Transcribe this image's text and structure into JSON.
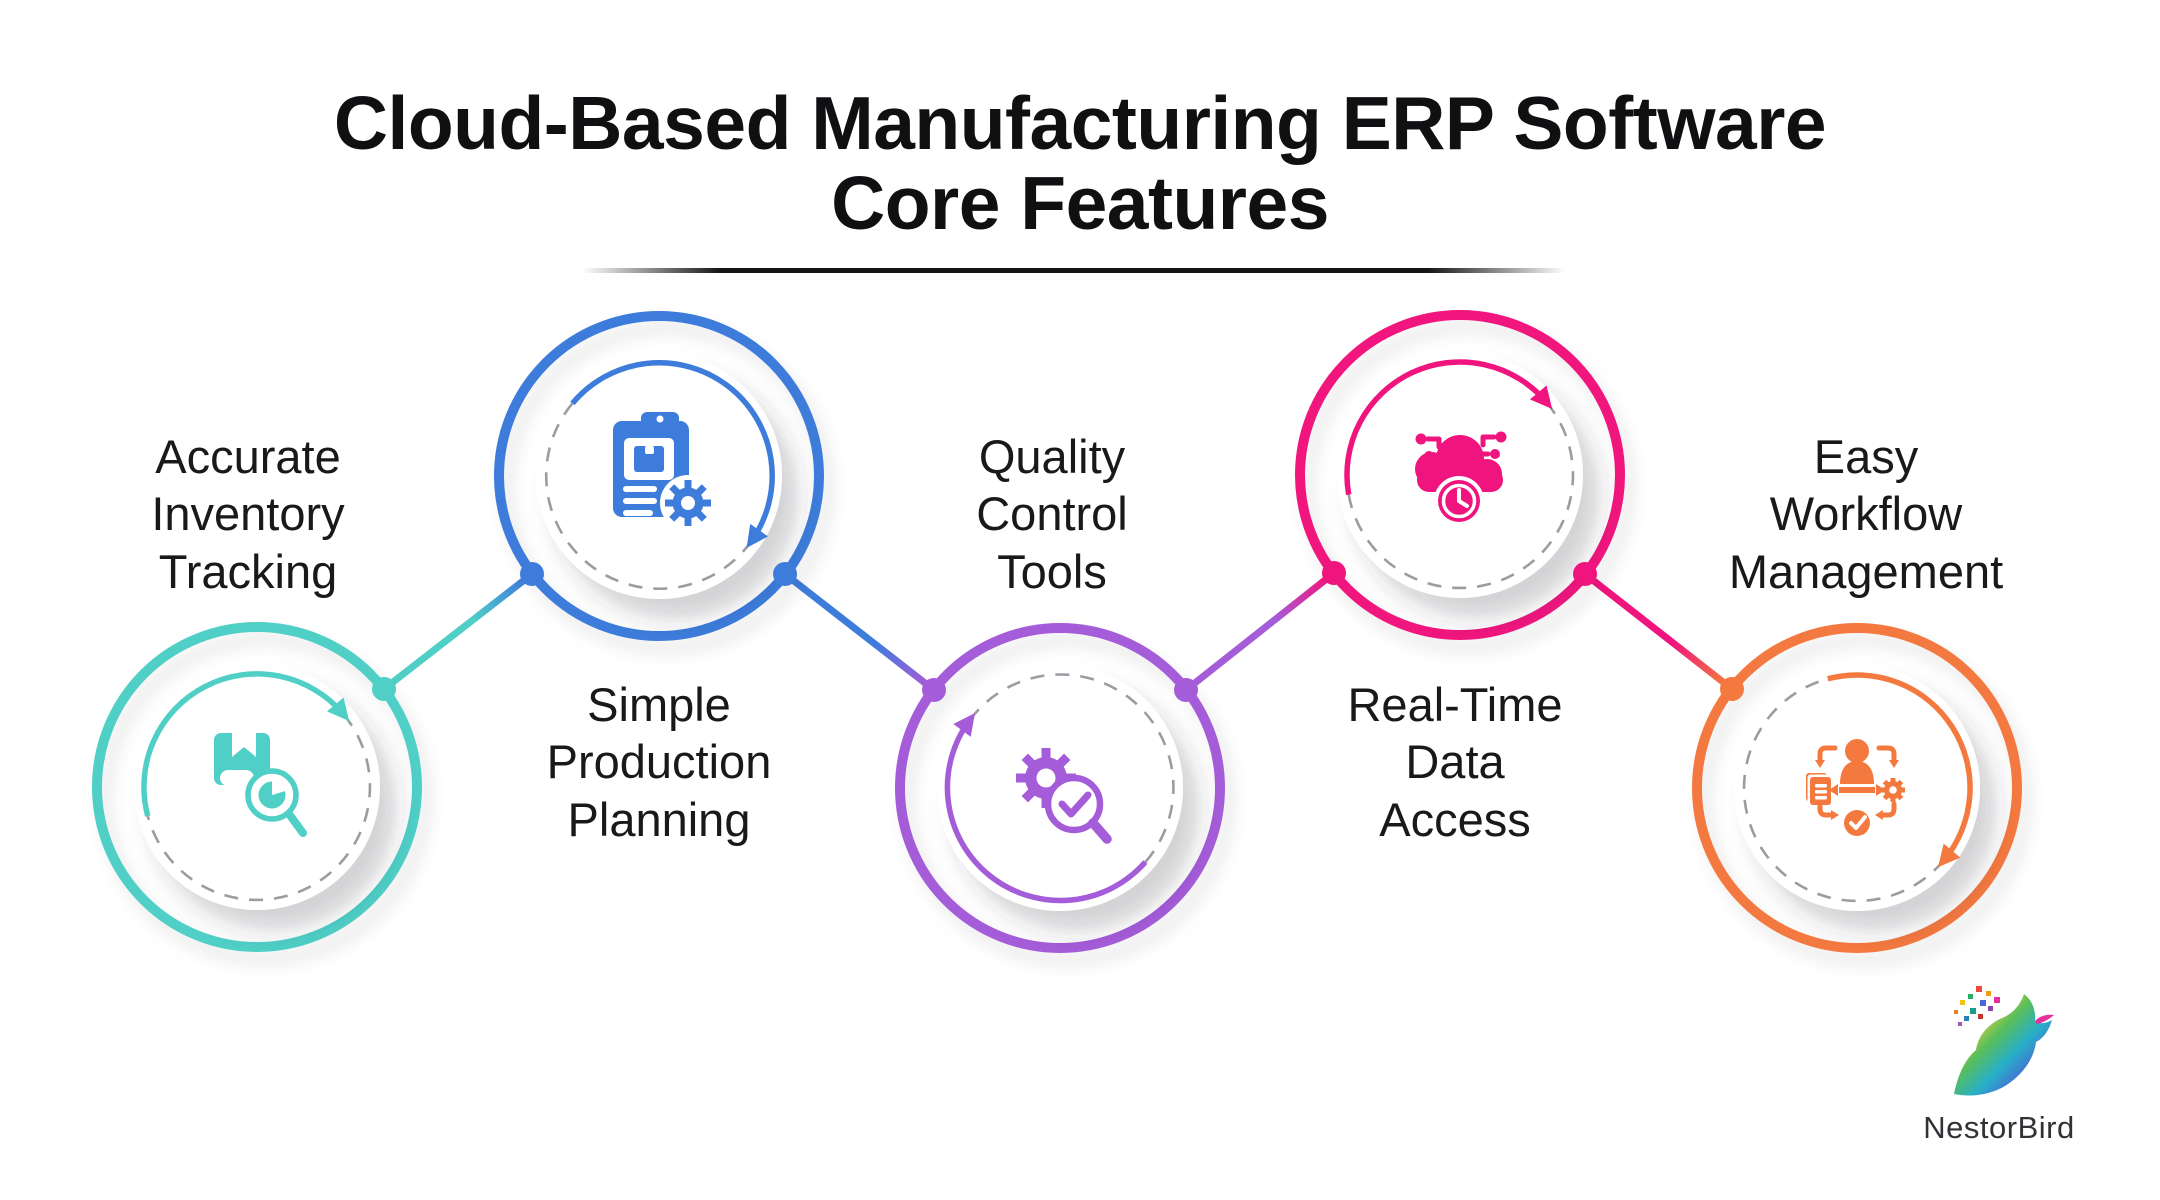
{
  "title": {
    "text": "Cloud-Based Manufacturing ERP Software\nCore Features"
  },
  "nodes": [
    {
      "id": "accurate-inventory-tracking",
      "label": "Accurate\nInventory\nTracking",
      "color": "#4FCFC6",
      "icon": "inventory-box-magnifier-icon",
      "position": "bottom-row-1"
    },
    {
      "id": "simple-production-planning",
      "label": "Simple\nProduction\nPlanning",
      "color": "#3E7CDB",
      "icon": "clipboard-gear-icon",
      "position": "top-row-2"
    },
    {
      "id": "quality-control-tools",
      "label": "Quality\nControl\nTools",
      "color": "#A55CD9",
      "icon": "gear-magnifier-check-icon",
      "position": "bottom-row-3"
    },
    {
      "id": "real-time-data-access",
      "label": "Real-Time\nData\nAccess",
      "color": "#F0157E",
      "icon": "cloud-clock-icon",
      "position": "top-row-4"
    },
    {
      "id": "easy-workflow-management",
      "label": "Easy\nWorkflow\nManagement",
      "color": "#F4793F",
      "icon": "person-workflow-icon",
      "position": "bottom-row-5"
    }
  ],
  "connectors": [
    {
      "from": "accurate-inventory-tracking",
      "to": "simple-production-planning"
    },
    {
      "from": "simple-production-planning",
      "to": "quality-control-tools"
    },
    {
      "from": "quality-control-tools",
      "to": "real-time-data-access"
    },
    {
      "from": "real-time-data-access",
      "to": "easy-workflow-management"
    }
  ],
  "palette": {
    "background": "#FFFFFF",
    "title_text": "#101013",
    "label_text": "#18191b",
    "dashed_arc": "#999da2"
  },
  "brand": {
    "name": "NestorBird",
    "logo": "pixel-bird-logo"
  }
}
